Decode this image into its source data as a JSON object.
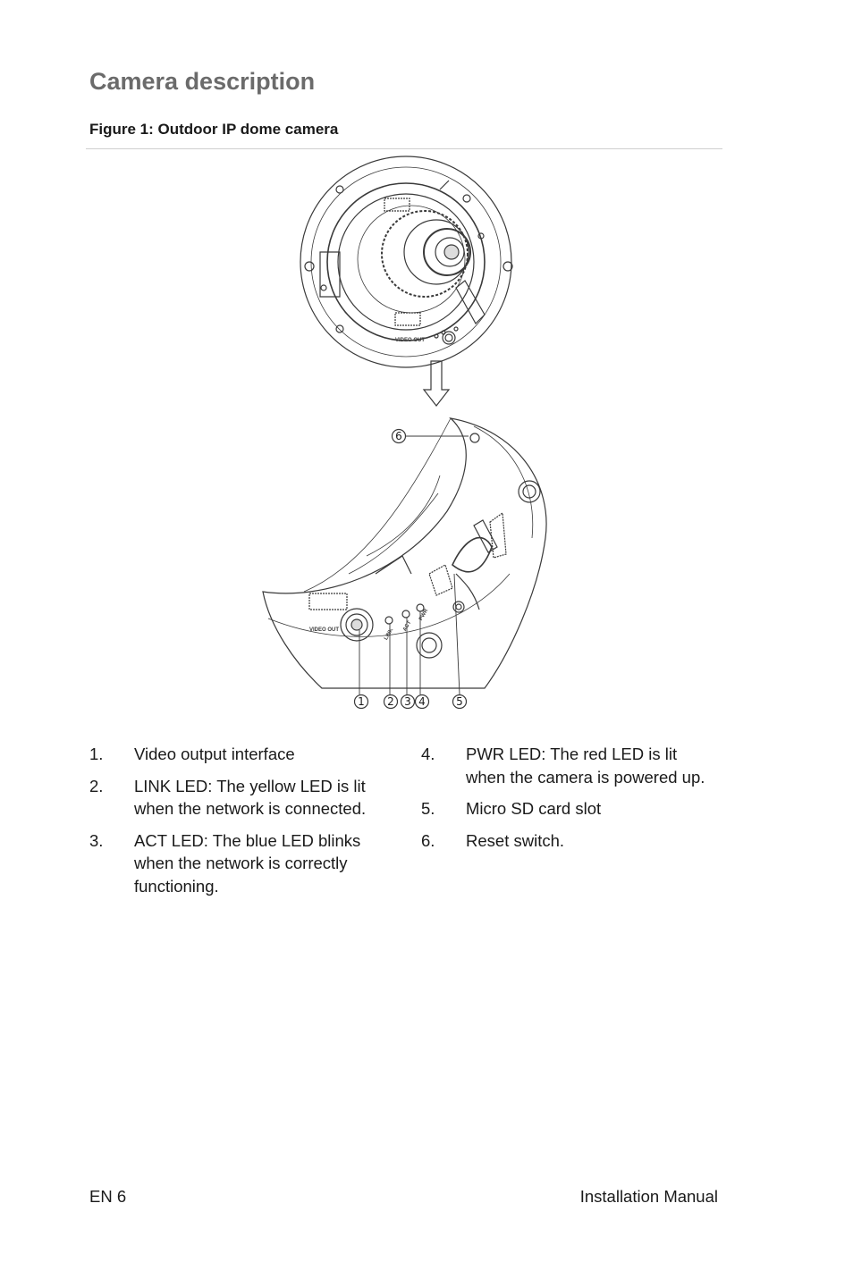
{
  "page": {
    "heading": "Camera description",
    "figure_caption": "Figure 1: Outdoor IP dome camera"
  },
  "figure": {
    "callouts": [
      "1",
      "2",
      "3",
      "4",
      "5",
      "6"
    ],
    "labels": {
      "video_out": "VIDEO OUT",
      "link": "LINK",
      "act": "ACT",
      "pwr": "PWR",
      "video_out_small": "VIDEO OUT"
    }
  },
  "items_left": [
    {
      "num": "1.",
      "text": "Video output interface"
    },
    {
      "num": "2.",
      "text": "LINK LED: The yellow LED is lit when the network is connected."
    },
    {
      "num": "3.",
      "text": "ACT LED: The blue LED blinks when the network is correctly functioning."
    }
  ],
  "items_right": [
    {
      "num": "4.",
      "text": "PWR LED: The red LED is lit when the camera is powered up."
    },
    {
      "num": "5.",
      "text": "Micro SD card slot"
    },
    {
      "num": "6.",
      "text": "Reset switch."
    }
  ],
  "footer": {
    "left": "EN 6",
    "right": "Installation Manual"
  }
}
